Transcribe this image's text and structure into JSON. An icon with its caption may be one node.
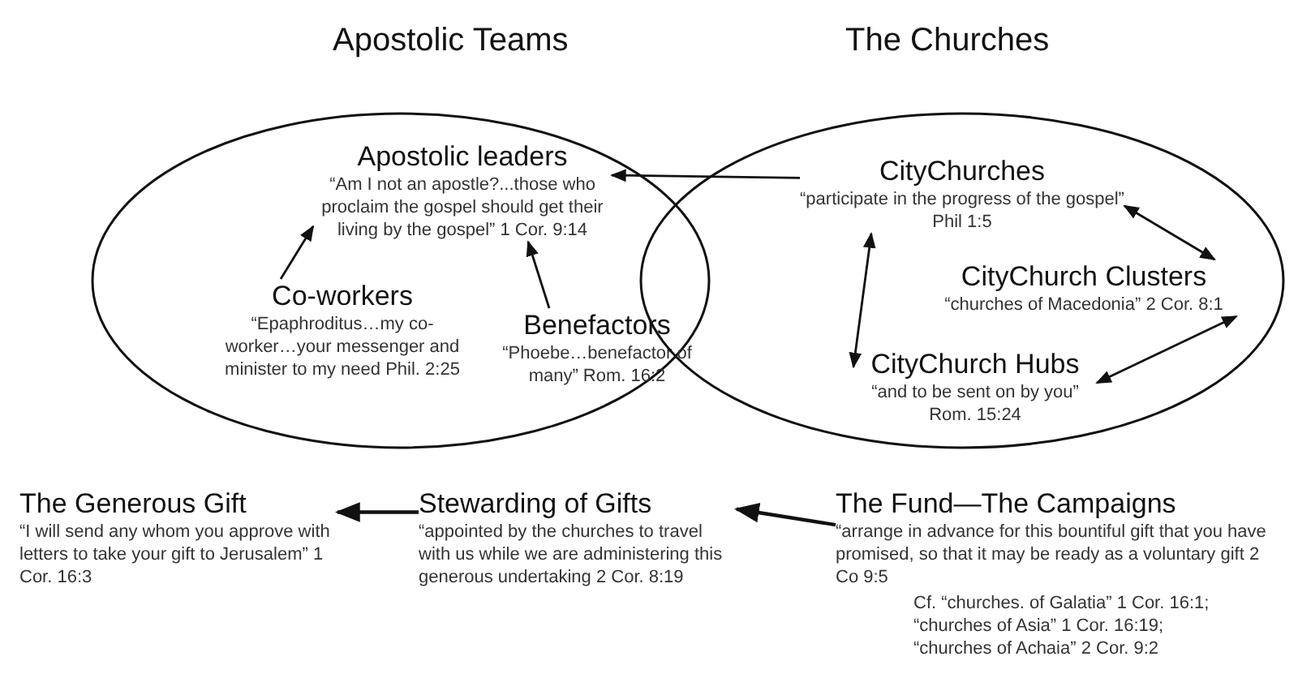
{
  "diagram": {
    "nodes": [
      {
        "text": [
          "Apostolic Teams"
        ]
      },
      {
        "text": [
          "The Churches"
        ]
      },
      {
        "text": [
          "Apostolic leaders",
          "“Am I not an apostle?...those who proclaim the gospel should get their living by the gospel” 1 Cor. 9:14"
        ],
        "in": 0
      },
      {
        "text": [
          "Co-workers",
          "“Epaphroditus…my co-worker…your messenger and minister to my need Phil. 2:25"
        ],
        "in": 0
      },
      {
        "text": [
          "Benefactors",
          "“Phoebe…benefactor of many” Rom. 16:2"
        ],
        "in": 0
      },
      {
        "text": [
          "CityChurches",
          "“participate in the progress of the gospel” Phil 1:5"
        ],
        "in": 1
      },
      {
        "text": [
          "CityChurch Clusters",
          "“churches of Macedonia” 2 Cor. 8:1"
        ],
        "in": 1
      },
      {
        "text": [
          "CityChurch Hubs",
          "“and to be sent on by you” Rom. 15:24"
        ],
        "in": 1
      },
      {
        "text": [
          "The Generous Gift",
          "“I will send any whom you approve with letters to take your gift to Jerusalem” 1 Cor. 16:3"
        ]
      },
      {
        "text": [
          "Stewarding of Gifts",
          "“appointed by the churches to travel with us while we are administering this generous undertaking 2 Cor. 8:19"
        ]
      },
      {
        "text": [
          "The Fund—The Campaigns",
          "“arrange in advance for this bountiful gift that you have promised, so that it may be ready as a voluntary gift 2 Co 9:5",
          "Cf. “churches. of Galatia” 1 Cor. 16:1; “churches of Asia” 1 Cor. 16:19; “churches of Achaia” 2 Cor. 9:2"
        ]
      }
    ],
    "edges": [
      {
        "from": 5,
        "to": 2,
        "arrow": "to"
      },
      {
        "from": 3,
        "to": 2,
        "arrow": "to"
      },
      {
        "from": 4,
        "to": 2,
        "arrow": "to"
      },
      {
        "from": 5,
        "to": 6,
        "arrow": "both"
      },
      {
        "from": 5,
        "to": 7,
        "arrow": "both"
      },
      {
        "from": 7,
        "to": 6,
        "arrow": "both"
      },
      {
        "from": 9,
        "to": 8,
        "arrow": "to"
      },
      {
        "from": 10,
        "to": 9,
        "arrow": "to"
      }
    ]
  }
}
